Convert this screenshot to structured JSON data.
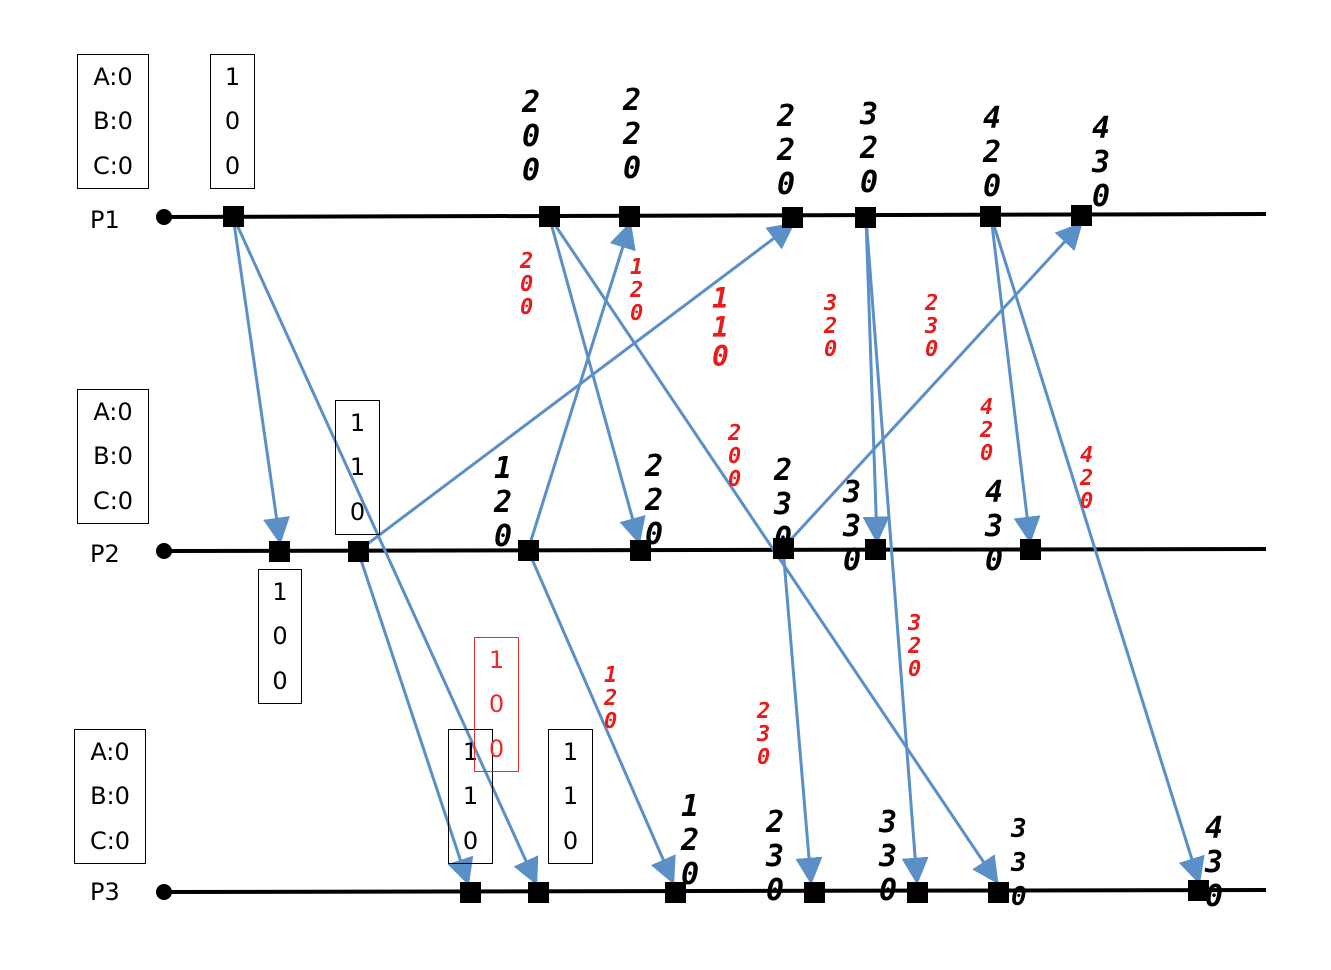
{
  "processes": [
    {
      "id": "P1",
      "label": "P1",
      "init": [
        "A:0",
        "B:0",
        "C:0"
      ]
    },
    {
      "id": "P2",
      "label": "P2",
      "init": [
        "A:0",
        "B:0",
        "C:0"
      ]
    },
    {
      "id": "P3",
      "label": "P3",
      "init": [
        "A:0",
        "B:0",
        "C:0"
      ]
    }
  ],
  "typed_vectors": [
    {
      "values": [
        "1",
        "0",
        "0"
      ],
      "color": "black"
    },
    {
      "values": [
        "1",
        "1",
        "0"
      ],
      "color": "black"
    },
    {
      "values": [
        "1",
        "0",
        "0"
      ],
      "color": "black"
    },
    {
      "values": [
        "1",
        "0",
        "0"
      ],
      "color": "red"
    },
    {
      "values": [
        "1",
        "1",
        "0"
      ],
      "color": "black"
    },
    {
      "values": [
        "1",
        "1",
        "0"
      ],
      "color": "black"
    }
  ],
  "event_vectors": [
    {
      "process": "P1",
      "values": [
        "2",
        "0",
        "0"
      ]
    },
    {
      "process": "P1",
      "values": [
        "2",
        "2",
        "0"
      ]
    },
    {
      "process": "P1",
      "values": [
        "2",
        "2",
        "0"
      ]
    },
    {
      "process": "P1",
      "values": [
        "3",
        "2",
        "0"
      ]
    },
    {
      "process": "P1",
      "values": [
        "4",
        "2",
        "0"
      ]
    },
    {
      "process": "P1",
      "values": [
        "4",
        "3",
        "0"
      ]
    },
    {
      "process": "P2",
      "values": [
        "1",
        "2",
        "0"
      ]
    },
    {
      "process": "P2",
      "values": [
        "2",
        "2",
        "0"
      ]
    },
    {
      "process": "P2",
      "values": [
        "2",
        "3",
        "0"
      ]
    },
    {
      "process": "P2",
      "values": [
        "3",
        "3",
        "0"
      ]
    },
    {
      "process": "P2",
      "values": [
        "4",
        "3",
        "0"
      ]
    },
    {
      "process": "P3",
      "values": [
        "1",
        "2",
        "0"
      ]
    },
    {
      "process": "P3",
      "values": [
        "2",
        "3",
        "0"
      ]
    },
    {
      "process": "P3",
      "values": [
        "3",
        "3",
        "0"
      ]
    },
    {
      "process": "P3",
      "values": [
        "3",
        "3",
        "0"
      ]
    },
    {
      "process": "P3",
      "values": [
        "4",
        "3",
        "0"
      ]
    }
  ],
  "message_stamps": [
    {
      "values": [
        "2",
        "0",
        "0"
      ]
    },
    {
      "values": [
        "1",
        "2",
        "0"
      ]
    },
    {
      "values": [
        "1",
        "1",
        "0"
      ]
    },
    {
      "values": [
        "3",
        "2",
        "0"
      ]
    },
    {
      "values": [
        "2",
        "3",
        "0"
      ]
    },
    {
      "values": [
        "4",
        "2",
        "0"
      ]
    },
    {
      "values": [
        "2",
        "0",
        "0"
      ]
    },
    {
      "values": [
        "4",
        "2",
        "0"
      ]
    },
    {
      "values": [
        "3",
        "2",
        "0"
      ]
    },
    {
      "values": [
        "1",
        "2",
        "0"
      ]
    },
    {
      "values": [
        "2",
        "3",
        "0"
      ]
    }
  ],
  "colors": {
    "line": "#000000",
    "message": "#5b8fc7",
    "stamp": "#e81c1c",
    "box_red": "#ee2a2a"
  }
}
